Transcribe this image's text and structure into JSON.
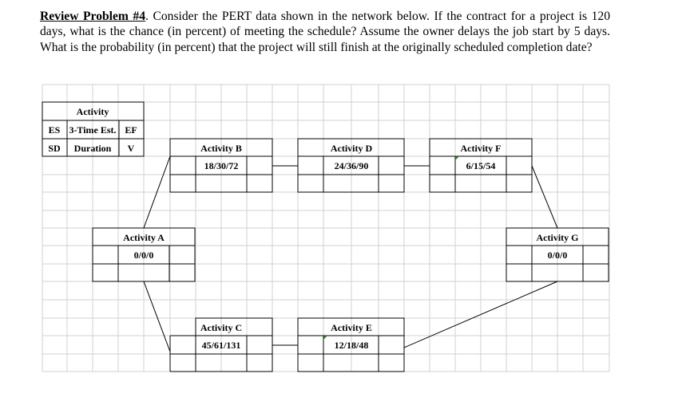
{
  "problem": {
    "heading": "Review Problem #4",
    "text": ". Consider the PERT data shown in the network below.  If the contract for a project is 120 days, what is the chance (in percent) of meeting the schedule? Assume the owner delays the job start by 5 days. What is the probability (in percent) that the project will still finish at the originally scheduled completion date?"
  },
  "legend": {
    "title": "Activity",
    "row1": [
      "ES",
      "3-Time Est.",
      "EF"
    ],
    "row2": [
      "SD",
      "Duration",
      "V"
    ]
  },
  "activities": [
    {
      "id": "a",
      "name": "Activity A",
      "times": "0/0/0"
    },
    {
      "id": "b",
      "name": "Activity B",
      "times": "18/30/72"
    },
    {
      "id": "c",
      "name": "Activity C",
      "times": "45/61/131"
    },
    {
      "id": "d",
      "name": "Activity D",
      "times": "24/36/90"
    },
    {
      "id": "e",
      "name": "Activity E",
      "times": "12/18/48"
    },
    {
      "id": "f",
      "name": "Activity F",
      "times": "6/15/54"
    },
    {
      "id": "g",
      "name": "Activity G",
      "times": "0/0/0"
    }
  ],
  "colors": {
    "grid": "#d0d0d0",
    "line": "#000000",
    "marker": "#1a7a1a"
  }
}
